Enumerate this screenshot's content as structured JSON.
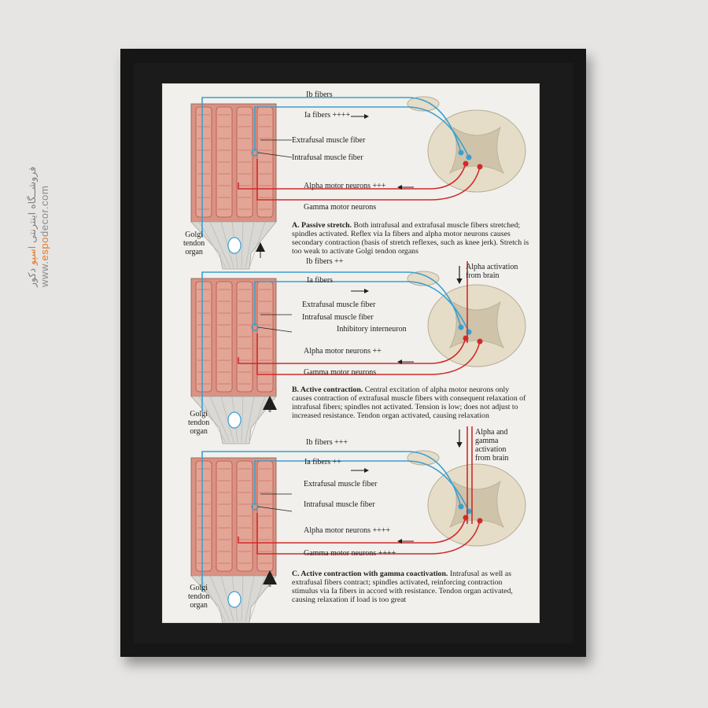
{
  "watermark": {
    "persian_pre": "فروشــگاه اینترنتی ",
    "persian_brand": "اسپو",
    "persian_post": " دکور",
    "url_pre": "www.",
    "url_brand": "espo",
    "url_post": "decor.com"
  },
  "colors": {
    "muscle": "#d99283",
    "muscle_dark": "#b5584a",
    "nerve_blue": "#3a9fd0",
    "nerve_red": "#d12a2a",
    "cord": "#e6ddc8",
    "background": "#f1f0ec"
  },
  "panel_a": {
    "ib": "Ib fibers",
    "ia": "Ia fibers ++++",
    "extrafusal": "Extrafusal muscle fiber",
    "intrafusal": "Intrafusal muscle fiber",
    "alpha": "Alpha motor neurons +++",
    "gamma": "Gamma motor neurons",
    "golgi": "Golgi\ntendon\norgan",
    "caption_title": "A. Passive stretch.",
    "caption_body": "Both intrafusal and extrafusal muscle fibers stretched; spindles activated. Reflex via Ia fibers and alpha motor neurons causes secondary contraction (basis of stretch reflexes, such as knee jerk). Stretch is too weak to activate Golgi tendon organs"
  },
  "panel_b": {
    "ib": "Ib fibers ++",
    "ia": "Ia fibers",
    "extrafusal": "Extrafusal muscle fiber",
    "intrafusal": "Intrafusal muscle fiber",
    "interneuron": "Inhibitory interneuron",
    "alpha": "Alpha motor neurons ++",
    "gamma": "Gamma motor neurons",
    "brain": "Alpha activation\nfrom brain",
    "golgi": "Golgi\ntendon\norgan",
    "caption_title": "B. Active contraction.",
    "caption_body": "Central excitation of alpha motor neurons only causes contraction of extrafusal muscle fibers with consequent relaxation of intrafusal fibers; spindles not activated. Tension is low; does not adjust to increased resistance. Tendon organ activated, causing relaxation"
  },
  "panel_c": {
    "ib": "Ib fibers +++",
    "ia": "Ia fibers ++",
    "extrafusal": "Extrafusal muscle fiber",
    "intrafusal": "Intrafusal muscle fiber",
    "alpha": "Alpha motor neurons ++++",
    "gamma": "Gamma motor neurons ++++",
    "brain": "Alpha and\ngamma\nactivation\nfrom brain",
    "golgi": "Golgi\ntendon\norgan",
    "caption_title": "C. Active contraction with gamma coactivation.",
    "caption_body": "Intrafusal as well as extrafusal fibers contract; spindles activated, reinforcing contraction stimulus via Ia fibers in accord with resistance. Tendon organ activated, causing relaxation if load is too great"
  }
}
